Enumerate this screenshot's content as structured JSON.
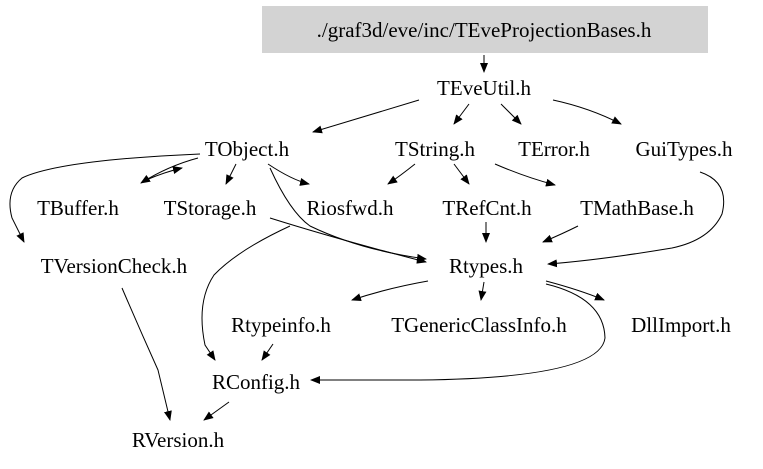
{
  "graph": {
    "root": {
      "id": "root",
      "label": "./graf3d/eve/inc/TEveProjectionBases.h",
      "highlight_color": "#d3d3d3"
    },
    "nodes": [
      {
        "id": "teveutil",
        "label": "TEveUtil.h"
      },
      {
        "id": "tobject",
        "label": "TObject.h"
      },
      {
        "id": "tstring",
        "label": "TString.h"
      },
      {
        "id": "terror",
        "label": "TError.h"
      },
      {
        "id": "guitypes",
        "label": "GuiTypes.h"
      },
      {
        "id": "tbuffer",
        "label": "TBuffer.h"
      },
      {
        "id": "tstorage",
        "label": "TStorage.h"
      },
      {
        "id": "riosfwd",
        "label": "Riosfwd.h"
      },
      {
        "id": "trefcnt",
        "label": "TRefCnt.h"
      },
      {
        "id": "tmathbase",
        "label": "TMathBase.h"
      },
      {
        "id": "tversioncheck",
        "label": "TVersionCheck.h"
      },
      {
        "id": "rtypes",
        "label": "Rtypes.h"
      },
      {
        "id": "rtypeinfo",
        "label": "Rtypeinfo.h"
      },
      {
        "id": "tgenericclassinfo",
        "label": "TGenericClassInfo.h"
      },
      {
        "id": "dllimport",
        "label": "DllImport.h"
      },
      {
        "id": "rconfig",
        "label": "RConfig.h"
      },
      {
        "id": "rversion",
        "label": "RVersion.h"
      }
    ],
    "edges": [
      {
        "from": "root",
        "to": "teveutil"
      },
      {
        "from": "teveutil",
        "to": "tobject"
      },
      {
        "from": "teveutil",
        "to": "tstring"
      },
      {
        "from": "teveutil",
        "to": "terror"
      },
      {
        "from": "teveutil",
        "to": "guitypes"
      },
      {
        "from": "tobject",
        "to": "tbuffer"
      },
      {
        "from": "tobject",
        "to": "tstorage"
      },
      {
        "from": "tobject",
        "to": "riosfwd"
      },
      {
        "from": "tobject",
        "to": "tversioncheck"
      },
      {
        "from": "tobject",
        "to": "rtypes"
      },
      {
        "from": "tbuffer",
        "to": "tobject"
      },
      {
        "from": "tstring",
        "to": "riosfwd"
      },
      {
        "from": "tstring",
        "to": "trefcnt"
      },
      {
        "from": "tstring",
        "to": "tmathbase"
      },
      {
        "from": "guitypes",
        "to": "rtypes"
      },
      {
        "from": "trefcnt",
        "to": "rtypes"
      },
      {
        "from": "tmathbase",
        "to": "rtypes"
      },
      {
        "from": "tstorage",
        "to": "rtypes"
      },
      {
        "from": "tversioncheck",
        "to": "rversion"
      },
      {
        "from": "rtypes",
        "to": "rtypeinfo"
      },
      {
        "from": "rtypes",
        "to": "tgenericclassinfo"
      },
      {
        "from": "rtypes",
        "to": "dllimport"
      },
      {
        "from": "rtypes",
        "to": "rconfig"
      },
      {
        "from": "riosfwd",
        "to": "rconfig"
      },
      {
        "from": "rtypeinfo",
        "to": "rconfig"
      },
      {
        "from": "rconfig",
        "to": "rversion"
      }
    ]
  }
}
